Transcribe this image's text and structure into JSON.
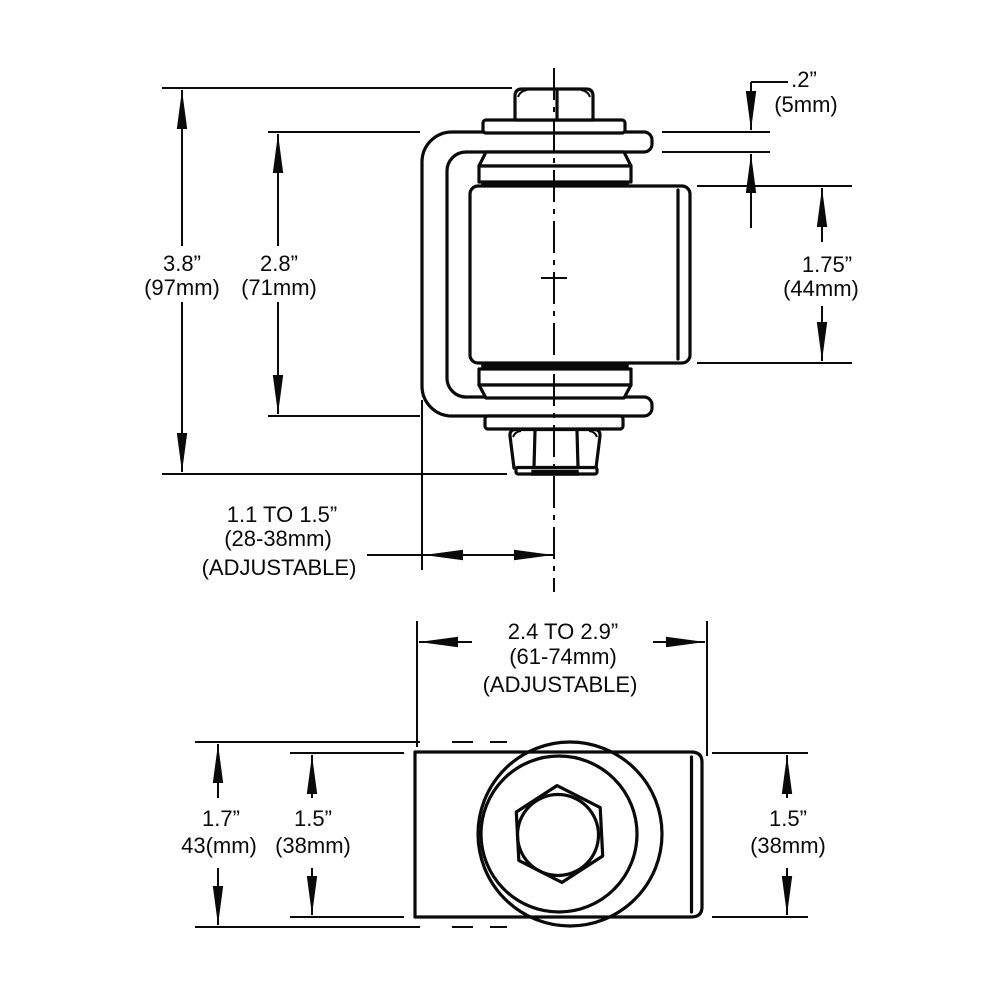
{
  "title": "Gate hinge technical drawing",
  "colors": {
    "background": "#ffffff",
    "line": "#0a0a0a"
  },
  "front_view": {
    "overall_height": {
      "in": "3.8”",
      "mm": "(97mm)"
    },
    "bracket_opening_height": {
      "in": "2.8”",
      "mm": "(71mm)"
    },
    "plate_thickness": {
      "in": ".2”",
      "mm": "(5mm)"
    },
    "barrel_height": {
      "in": "1.75”",
      "mm": "(44mm)"
    },
    "post_setback": {
      "in": "1.1 TO 1.5”",
      "mm": "(28-38mm)",
      "note": "(ADJUSTABLE)"
    }
  },
  "top_view": {
    "overall_width": {
      "in": "2.4 TO 2.9”",
      "mm": "(61-74mm)",
      "note": "(ADJUSTABLE)"
    },
    "overall_depth": {
      "in": "1.7”",
      "mm": "43(mm)"
    },
    "frame_depth": {
      "in": "1.5”",
      "mm": "(38mm)"
    },
    "barrel_depth": {
      "in": "1.5”",
      "mm": "(38mm)"
    }
  }
}
